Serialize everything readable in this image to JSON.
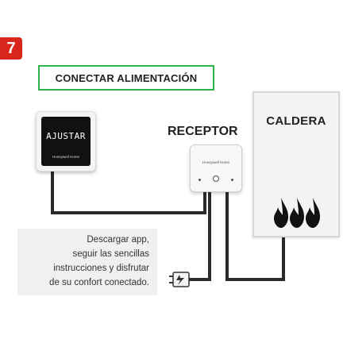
{
  "step": {
    "number": "7"
  },
  "title": "CONECTAR ALIMENTACIÓN",
  "thermostat": {
    "screen_text": "AJUSTAR",
    "brand": "Honeywell Home"
  },
  "receiver": {
    "label": "RECEPTOR",
    "brand": "Honeywell Home"
  },
  "boiler": {
    "label": "CALDERA",
    "icon": "flame-icon"
  },
  "instructions": {
    "lines": [
      "Descargar app,",
      "seguir las sencillas",
      "instrucciones y disfrutar",
      "de su confort conectado."
    ]
  },
  "colors": {
    "accent_red": "#d9261c",
    "title_border_green": "#2db34a",
    "wire": "#2b2b2b"
  }
}
